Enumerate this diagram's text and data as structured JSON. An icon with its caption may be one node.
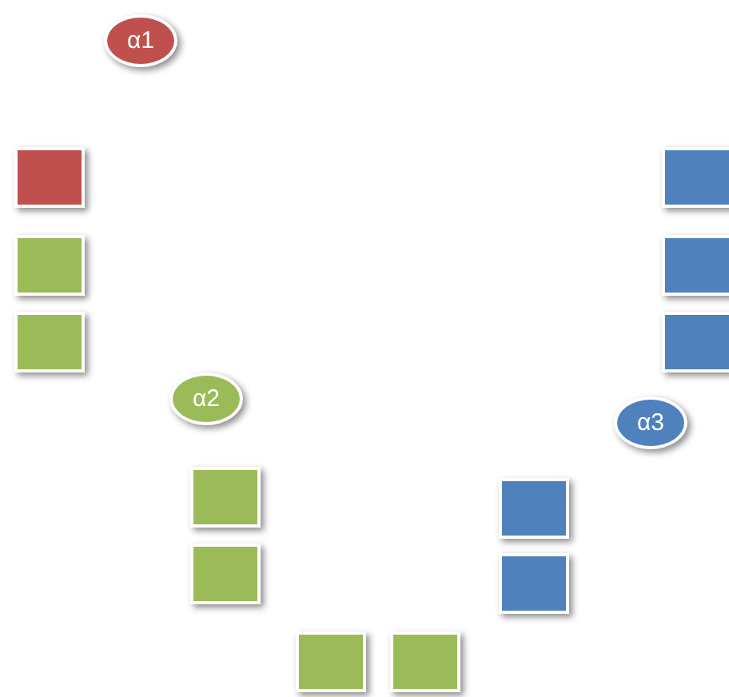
{
  "diagram": {
    "nodes": [
      {
        "text": [
          "α1"
        ]
      },
      {
        "text": [],
        "shape": "box"
      },
      {
        "text": [],
        "shape": "box"
      },
      {
        "text": [],
        "shape": "box"
      },
      {
        "text": [],
        "shape": "box"
      },
      {
        "text": [],
        "shape": "box"
      },
      {
        "text": [],
        "shape": "box"
      },
      {
        "text": [
          "α2"
        ]
      },
      {
        "text": [
          "α3"
        ]
      },
      {
        "text": [],
        "shape": "box"
      },
      {
        "text": [],
        "shape": "box"
      },
      {
        "text": [],
        "shape": "box"
      },
      {
        "text": [],
        "shape": "box"
      },
      {
        "text": [],
        "shape": "box"
      },
      {
        "text": [],
        "shape": "box"
      }
    ]
  }
}
